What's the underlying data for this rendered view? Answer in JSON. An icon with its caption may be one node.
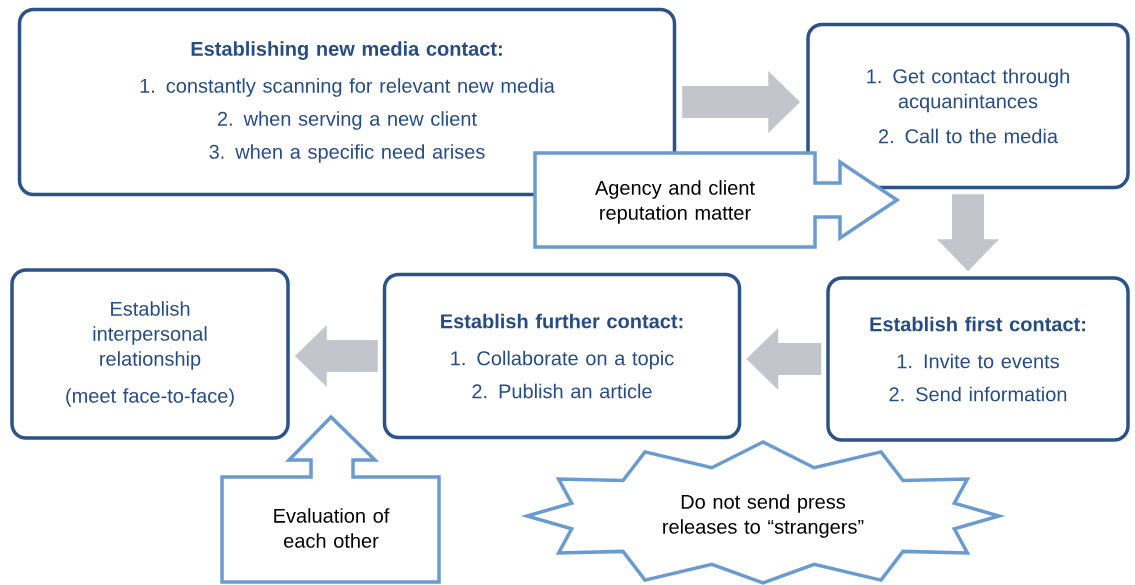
{
  "diagram": {
    "nodes": [
      {
        "text": [
          "Establishing new media contact:",
          "1. constantly scanning for relevant new media",
          "2. when serving a new client",
          "3. when a specific need arises"
        ]
      },
      {
        "text": [
          "1. Get contact through acquanintances",
          "2. Call to the media"
        ]
      },
      {
        "text": [
          "Establish first contact:",
          "1. Invite to events",
          "2. Send information"
        ]
      },
      {
        "text": [
          "Establish further contact:",
          "1. Collaborate on a topic",
          "2. Publish an article"
        ]
      },
      {
        "text": [
          "Establish interpersonal relationship",
          "(meet face-to-face)"
        ]
      },
      {
        "text": [
          "Agency and client reputation matter"
        ]
      },
      {
        "text": [
          "Evaluation of each other"
        ]
      },
      {
        "text": [
          "Do not send press releases to “strangers”"
        ]
      }
    ],
    "edges": [
      {
        "from": 0,
        "to": 1,
        "arrow": "to"
      },
      {
        "from": 1,
        "to": 2,
        "arrow": "to"
      },
      {
        "from": 2,
        "to": 3,
        "arrow": "to"
      },
      {
        "from": 3,
        "to": 4,
        "arrow": "to"
      }
    ]
  }
}
